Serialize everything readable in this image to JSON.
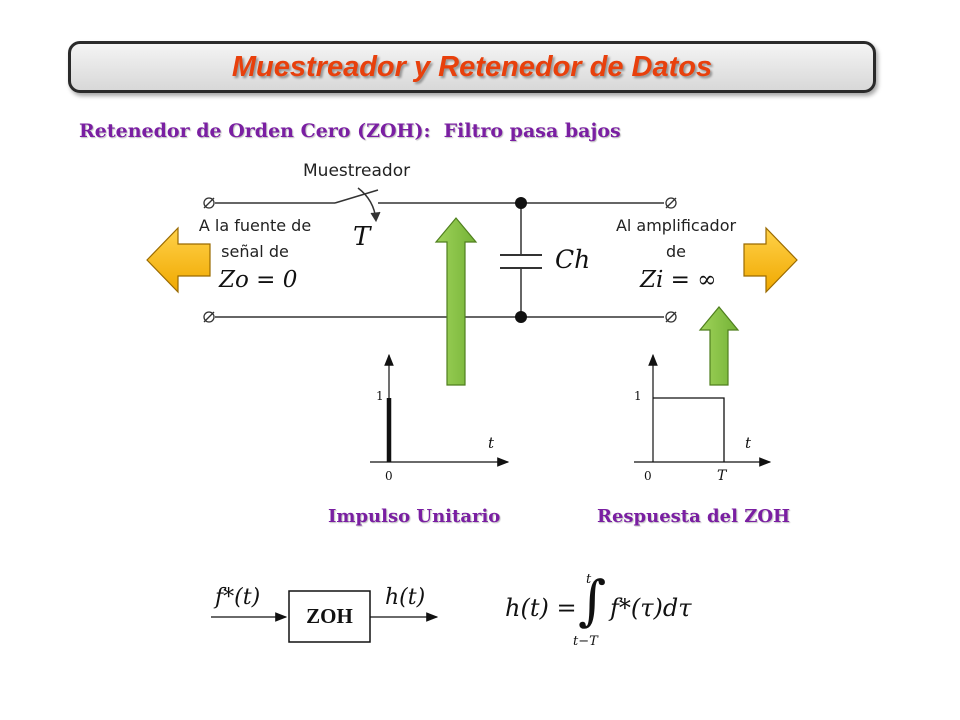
{
  "slide": {
    "title": "Muestreador y Retenedor de Datos",
    "subtitle": "Retenedor de Orden Cero (ZOH):  Filtro pasa bajos"
  },
  "circuit": {
    "sampler_label": "Muestreador",
    "sampler_period": "T",
    "source_label_line1": "A la fuente de",
    "source_label_line2": "señal de",
    "source_impedance": "Zo = 0",
    "amp_label_line1": "Al amplificador",
    "amp_label_line2": "de",
    "amp_impedance": "Zi = ∞",
    "capacitor": "Ch"
  },
  "plots": {
    "impulse": {
      "y_tick": "1",
      "x_tick": "0",
      "axis_label": "t",
      "caption": "Impulso Unitario"
    },
    "zoh": {
      "y_tick": "1",
      "x_tick_0": "0",
      "x_tick_T": "T",
      "axis_label": "t",
      "caption": "Respuesta del ZOH"
    }
  },
  "block": {
    "input": "f*(t)",
    "box_label": "ZOH",
    "output": "h(t)",
    "equation_lhs": "h(t) =",
    "integral_upper": "t",
    "integral_lower": "t−T",
    "integrand": "f*(τ)dτ"
  },
  "colors": {
    "title": "#e8400c",
    "subtitle": "#7a1fa2",
    "left_arrow": "#f5b800",
    "green_arrow": "#8cc63f"
  }
}
